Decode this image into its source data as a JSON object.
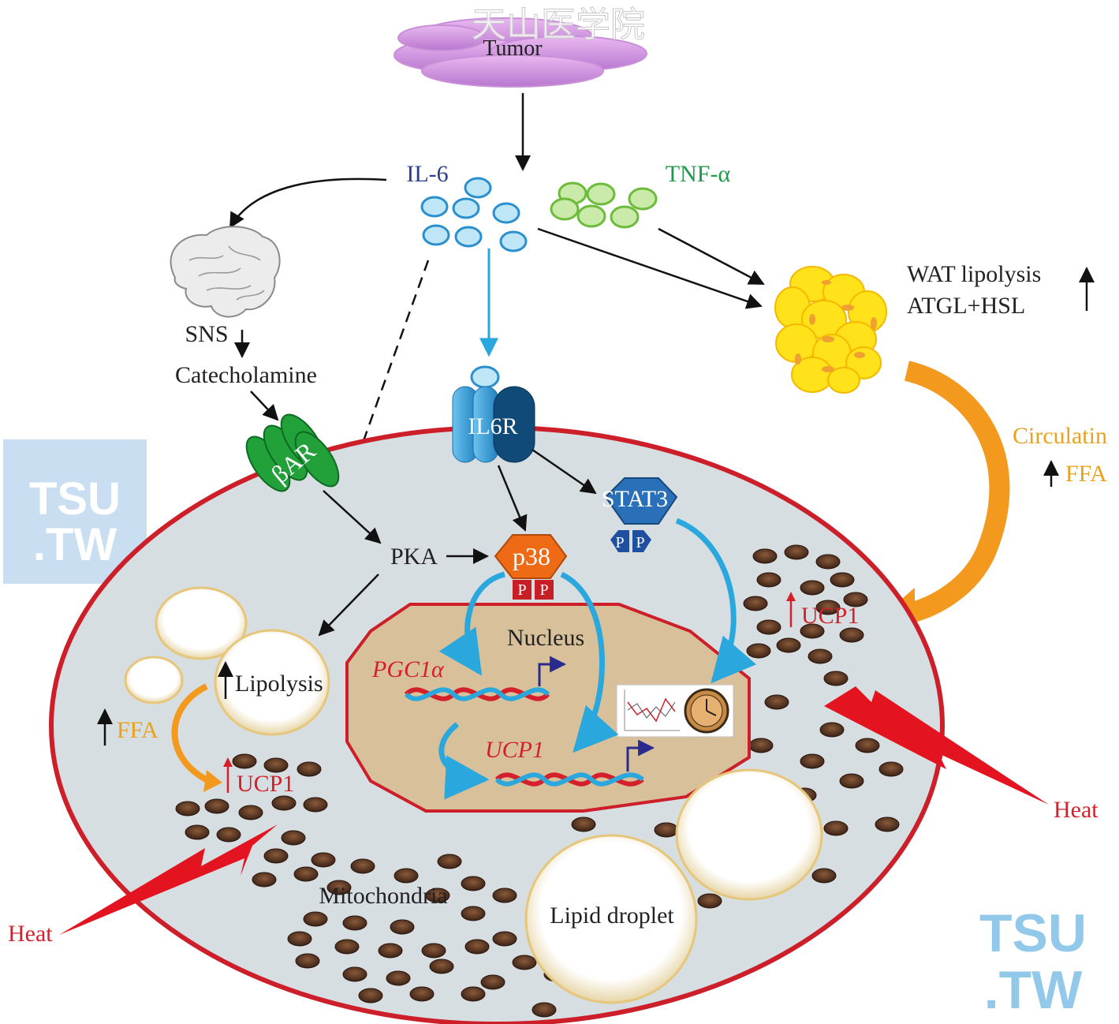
{
  "watermark": {
    "top_text": "天山医学院",
    "tsu_left_1": "TSU",
    "tsu_left_2": ".TW",
    "tsu_right_1": "TSU",
    "tsu_right_2": ".TW"
  },
  "labels": {
    "tumor": "Tumor",
    "il6": "IL-6",
    "tnf": "TNF-α",
    "sns": "SNS",
    "catecholamine": "Catecholamine",
    "bar": "βAR",
    "il6r": "IL6R",
    "stat3": "STAT3",
    "p38": "p38",
    "pka": "PKA",
    "p": "P",
    "wat_lipolysis": "WAT lipolysis",
    "atgl_hsl": "ATGL+HSL",
    "circulating": "Circulatin",
    "ffa": "FFA",
    "ucp1": "UCP1",
    "nucleus": "Nucleus",
    "pgc1a": "PGC1α",
    "lipolysis": "Lipolysis",
    "mitochondria": "Mitochondria",
    "lipid_droplet": "Lipid droplet",
    "heat": "Heat",
    "up_arrow": "↑"
  },
  "colors": {
    "il6_text": "#2a3f8f",
    "tnf_text": "#1f9a4a",
    "ffa_text": "#e8a21c",
    "ucp1_text": "#d4202a",
    "heat_text": "#d4202a",
    "cell_border": "#cc1f2a",
    "cell_fill": "#d7dee2",
    "nucleus_fill": "#d8c19a",
    "blue_arrow": "#2aa7dc",
    "orange_arrow": "#f39a1e"
  }
}
